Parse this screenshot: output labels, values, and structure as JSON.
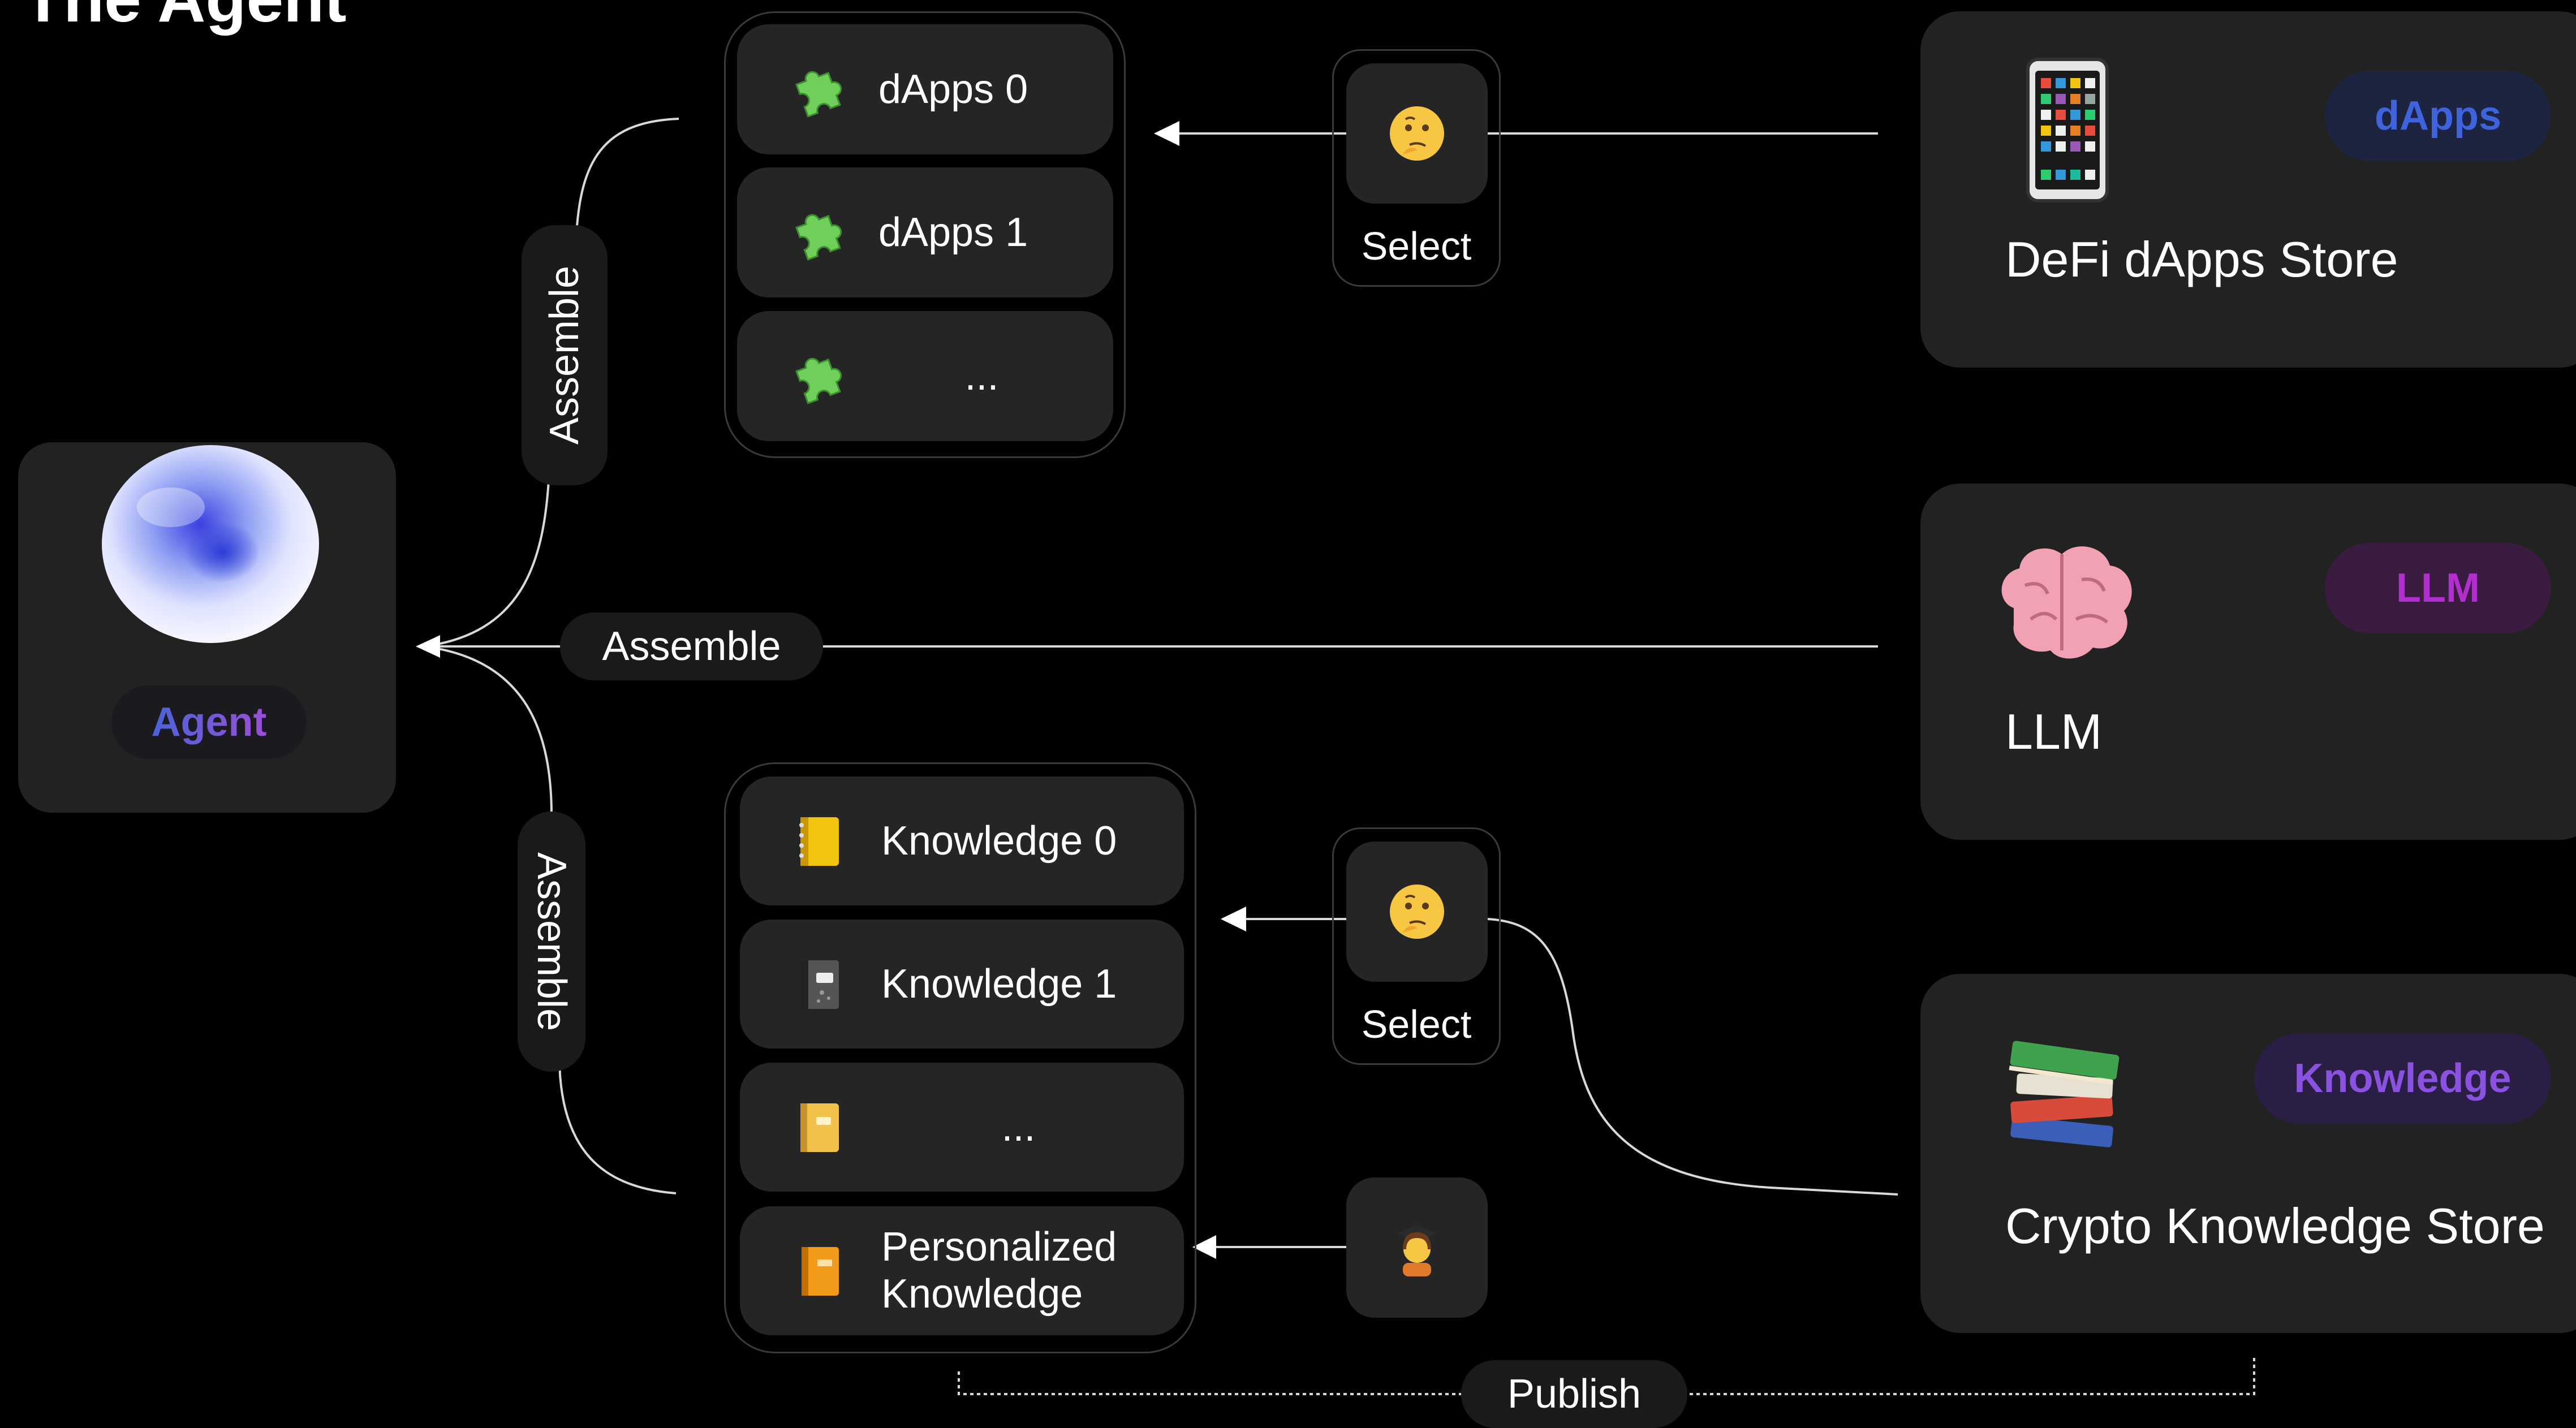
{
  "title": "The Agent",
  "agent": {
    "label": "Agent"
  },
  "edges": {
    "assemble_top": "Assemble",
    "assemble_middle": "Assemble",
    "assemble_bottom": "Assemble",
    "publish": "Publish"
  },
  "dapps_group": {
    "items": [
      {
        "label": "dApps 0",
        "icon": "puzzle-icon"
      },
      {
        "label": "dApps 1",
        "icon": "puzzle-icon"
      },
      {
        "label": "...",
        "icon": "puzzle-icon"
      }
    ]
  },
  "knowledge_group": {
    "items": [
      {
        "label": "Knowledge 0",
        "icon": "yellow-notebook-icon"
      },
      {
        "label": "Knowledge 1",
        "icon": "composition-notebook-icon"
      },
      {
        "label": "...",
        "icon": "ledger-icon"
      },
      {
        "label": "Personalized Knowledge",
        "line1": "Personalized",
        "line2": "Knowledge",
        "icon": "orange-book-icon"
      }
    ]
  },
  "selectors": {
    "dapps": {
      "label": "Select",
      "icon": "thinking-face-icon"
    },
    "knowledge": {
      "label": "Select",
      "icon": "thinking-face-icon"
    },
    "personal": {
      "icon": "student-icon"
    }
  },
  "stores": {
    "dapps": {
      "title": "DeFi dApps Store",
      "tag": "dApps",
      "tag_color": "#3e63dd",
      "icon": "mobile-phone-icon"
    },
    "llm": {
      "title": "LLM",
      "tag": "LLM",
      "tag_color": "#b22ecf",
      "icon": "brain-icon"
    },
    "knowledge": {
      "title": "Crypto Knowledge Store",
      "tag": "Knowledge",
      "tag_color": "#8a52e0",
      "icon": "books-icon"
    }
  },
  "colors": {
    "background": "#000000",
    "card": "#222222",
    "line": "#d9d9d9"
  }
}
